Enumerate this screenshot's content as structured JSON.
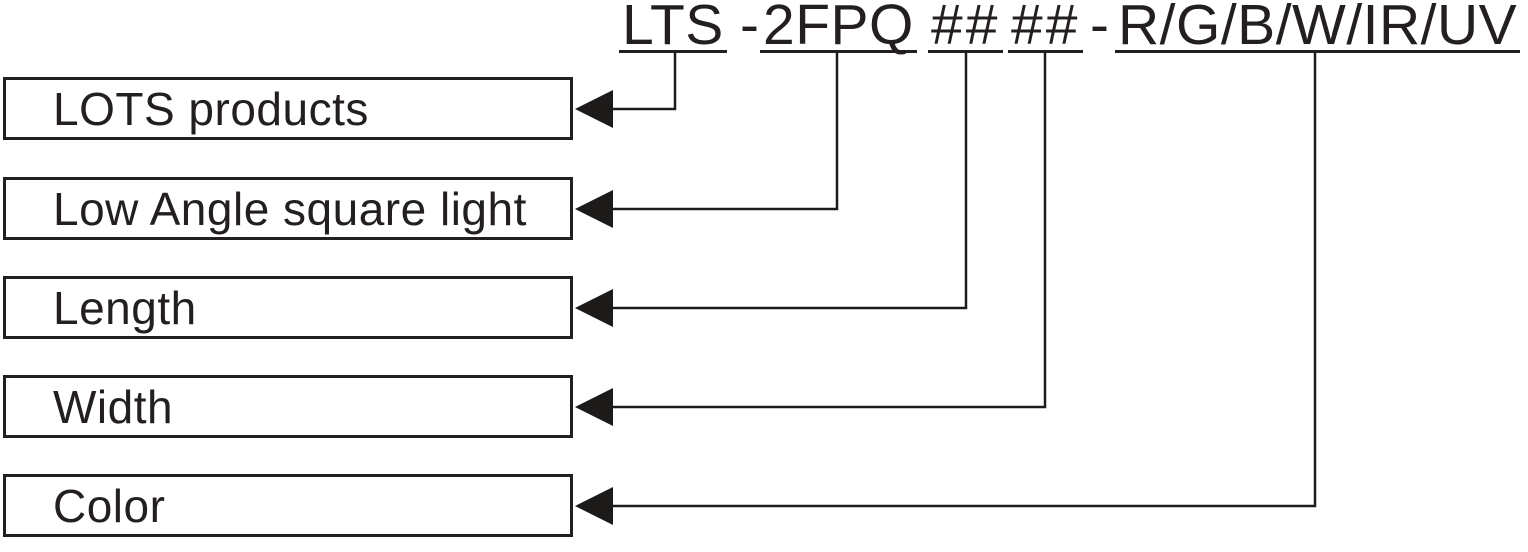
{
  "code": {
    "full": "LTS -2FPQ ## ## - R/G/B/W/IR/UV",
    "segments": [
      {
        "text": "LTS"
      },
      {
        "text": "-"
      },
      {
        "text": "2FPQ"
      },
      {
        "text": "##"
      },
      {
        "text": "##"
      },
      {
        "text": "-"
      },
      {
        "text": "R/G/B/W/IR/UV"
      }
    ]
  },
  "rows": [
    {
      "label": "LOTS products",
      "maps_to": "LTS"
    },
    {
      "label": "Low Angle square light",
      "maps_to": "2FPQ"
    },
    {
      "label": "Length",
      "maps_to": "## (first)"
    },
    {
      "label": "Width",
      "maps_to": "## (second)"
    },
    {
      "label": "Color",
      "maps_to": "R/G/B/W/IR/UV"
    }
  ],
  "colors": {
    "ink": "#231f20",
    "line": "#1d1a1a",
    "background": "#ffffff"
  }
}
